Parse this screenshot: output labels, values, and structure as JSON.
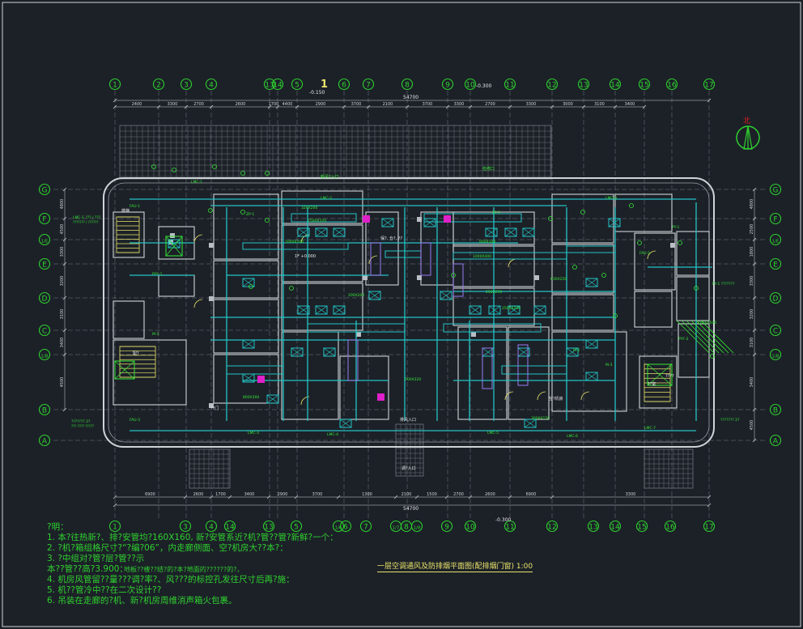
{
  "drawing": {
    "title": "一层空调通风及防排烟平面图(配排烟门窗) 1:00",
    "notes": [
      "?明：",
      "1. 本?往热新?、排?安管均?160X160, 新?安管系近?机?管??管?新鲜?一个：",
      "2. ?机?箱组格尺寸?“?编?06”，内走廊侧面、空?机房大??本?：",
      "3. ?中组对?管?层?管??示",
      "   本??管??高?3.900：",
      "4. 机房风管留??量???调?率?、风???的标控孔发往尺寸后再?施：",
      "5. 机??管冷中??在二次设计??",
      "6. 吊装在走廊的?机、新?机房周维消声箱火包裹。"
    ],
    "notes_extra": "地板??楼??结?的?本?地面的??????的?，",
    "axis_numbers": [
      "1",
      "2",
      "3",
      "4",
      "13",
      "14",
      "5",
      "6",
      "7",
      "8",
      "9",
      "10",
      "11",
      "12",
      "13",
      "14",
      "15",
      "16",
      "17"
    ],
    "axis_letters": [
      "G",
      "F",
      "1/E",
      "E",
      "D",
      "C",
      "1/B",
      "B",
      "A"
    ],
    "axis_letters_right": [
      "G",
      "F",
      "1/E",
      "E",
      "D",
      "C",
      "1/B",
      "B",
      "A"
    ],
    "level_label": "1",
    "level_marks": [
      "-0.150",
      "-0.300",
      "-0.300"
    ],
    "total_dim_top": "54700",
    "total_dim_bottom": "54700",
    "dims_top": [
      "2400",
      "3300",
      "2700",
      "2600",
      "1700",
      "4400",
      "2900",
      "3700",
      "2100",
      "3700",
      "3300",
      "2700",
      "3300",
      "3000",
      "3100",
      "3400"
    ],
    "dims_bottom": [
      "6900",
      "2600",
      "1700",
      "3400",
      "2900",
      "3700",
      "1300",
      "2100",
      "1500",
      "2700",
      "2600",
      "6900",
      "3300"
    ],
    "dims_left": [
      "4800",
      "4500",
      "3300",
      "3200",
      "3100",
      "3400",
      "4500"
    ],
    "dims_right": [
      "4800",
      "2500",
      "1800",
      "3300",
      "3200",
      "3100",
      "3400",
      "4500"
    ],
    "north_label": "北",
    "room_labels": [
      "1F +0.000",
      "新风?入口",
      "检修口",
      "排风入口",
      "调?入口",
      "配?",
      "空?机房",
      "??门",
      "??室",
      "楼梯",
      "????",
      "保?, 仓?, ??"
    ],
    "device_labels": [
      "LMC-1",
      "LMC-2",
      "LMC-3",
      "LMC-4",
      "LMC-5",
      "LMC-6",
      "LMC-7",
      "LMC-8",
      "FAU-1",
      "FAU-2",
      "FAU-3",
      "ZP-1",
      "ZP-2",
      "PYF-1",
      "PYF-2",
      "M-1",
      "M-2",
      "M-3",
      "PY-1"
    ],
    "size_labels": [
      "1000X200",
      "320X200",
      "2500X320",
      "200X200",
      "1000X400",
      "800X200",
      "630X250",
      "250X250",
      "1600X500",
      "800X300",
      "500X320",
      "2500X200",
      "3000X150"
    ]
  },
  "colors": {
    "background": "#1c2128",
    "axis_green": "#2ed12e",
    "wall": "#cfd4d8",
    "duct_cyan": "#22c4c4",
    "label_green": "#35e835",
    "yellow": "#e9e36a",
    "magenta": "#e020c8",
    "white": "#e8e8e8"
  }
}
